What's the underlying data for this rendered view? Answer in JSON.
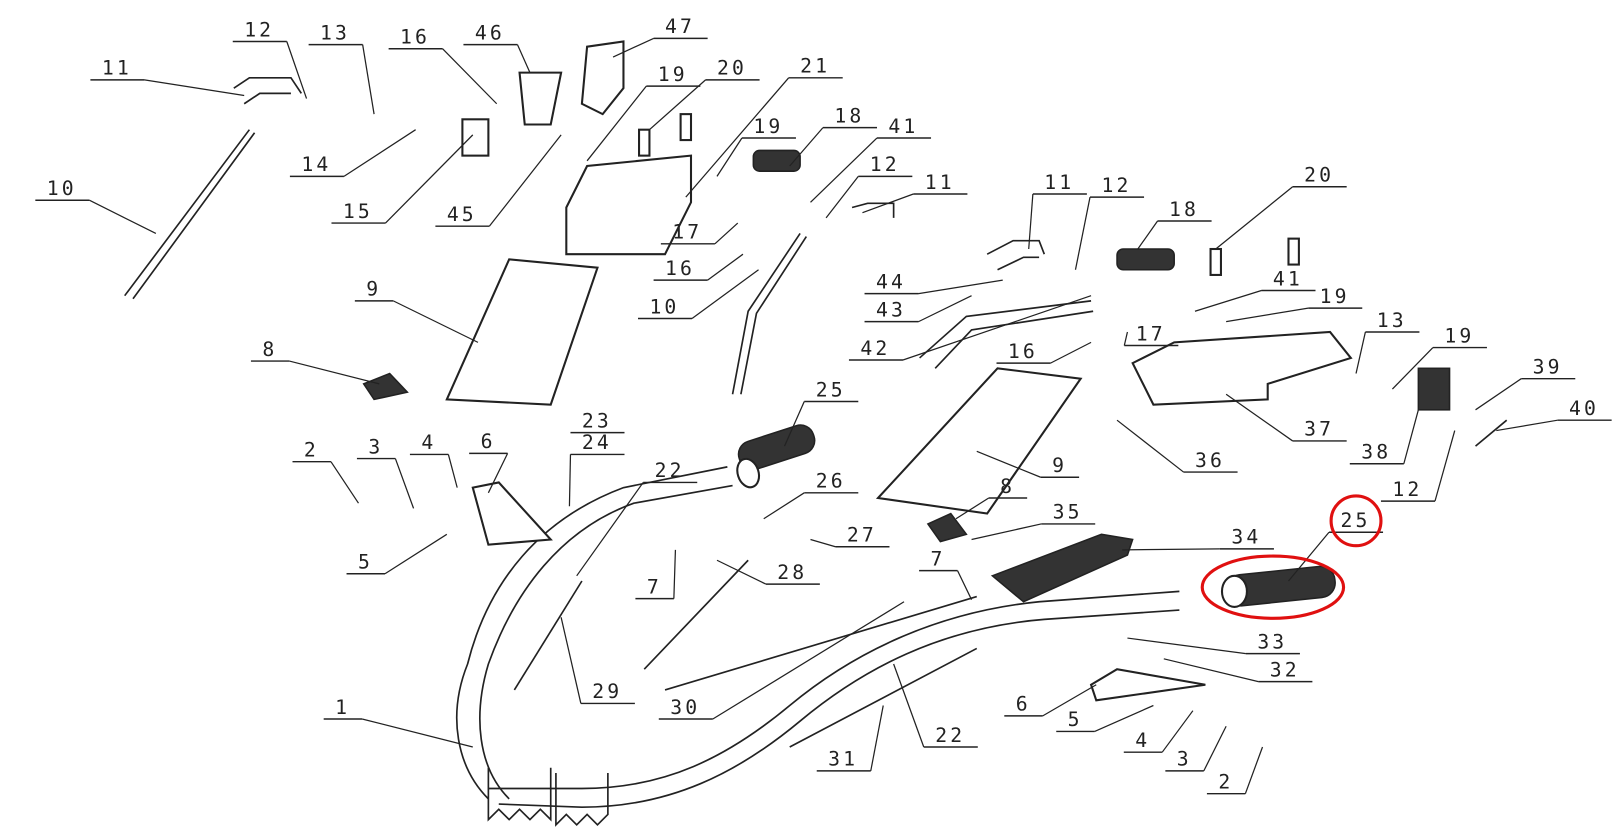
{
  "diagram": {
    "type": "exploded-parts-view",
    "callouts": [
      "11",
      "12",
      "13",
      "16",
      "46",
      "47",
      "19",
      "20",
      "21",
      "14",
      "15",
      "45",
      "10",
      "18",
      "19",
      "41",
      "12",
      "11",
      "17",
      "16",
      "9",
      "8",
      "10",
      "11",
      "12",
      "18",
      "20",
      "44",
      "43",
      "41",
      "19",
      "42",
      "16",
      "17",
      "13",
      "19",
      "39",
      "40",
      "37",
      "38",
      "36",
      "12",
      "25",
      "9",
      "8",
      "35",
      "34",
      "7",
      "33",
      "32",
      "6",
      "5",
      "4",
      "3",
      "2",
      "2",
      "3",
      "4",
      "6",
      "5",
      "23",
      "24",
      "22",
      "25",
      "26",
      "27",
      "7",
      "28",
      "29",
      "30",
      "1",
      "22",
      "31"
    ],
    "highlighted_callout": "25",
    "highlight_color": "#e01010"
  }
}
